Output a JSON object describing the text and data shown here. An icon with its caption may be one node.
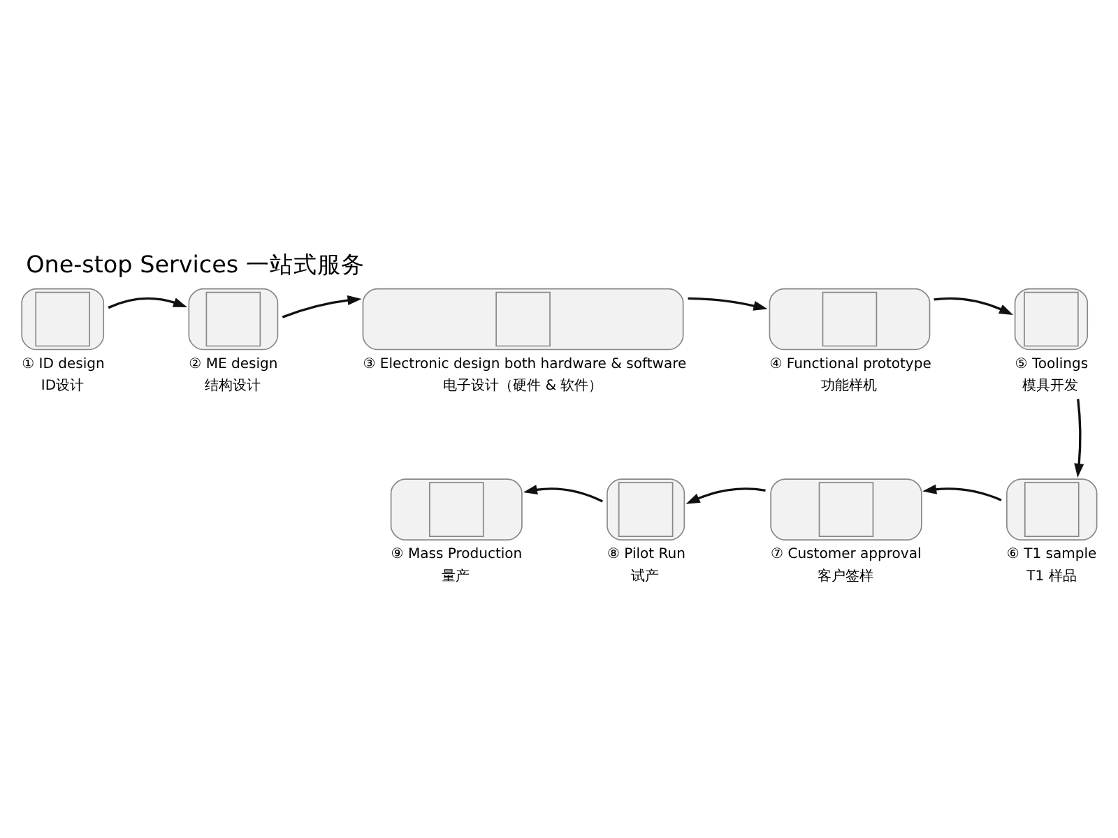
{
  "diagram": {
    "title": "One-stop Services 一站式服务",
    "nodes": [
      {
        "text": [
          "① ID design",
          "ID设计"
        ]
      },
      {
        "text": [
          "② ME design",
          "结构设计"
        ]
      },
      {
        "text": [
          "③ Electronic design both hardware & software",
          "电子设计（硬件 & 软件）"
        ]
      },
      {
        "text": [
          "④ Functional prototype",
          "功能样机"
        ]
      },
      {
        "text": [
          "⑤ Toolings",
          "模具开发"
        ]
      },
      {
        "text": [
          "⑥ T1 sample",
          "T1 样品"
        ]
      },
      {
        "text": [
          "⑦ Customer approval",
          "客户签样"
        ]
      },
      {
        "text": [
          "⑧ Pilot Run",
          "试产"
        ]
      },
      {
        "text": [
          "⑨ Mass Production",
          "量产"
        ]
      }
    ],
    "edges": [
      {
        "from": 0,
        "to": 1,
        "arrow": "to"
      },
      {
        "from": 1,
        "to": 2,
        "arrow": "to"
      },
      {
        "from": 2,
        "to": 3,
        "arrow": "to"
      },
      {
        "from": 3,
        "to": 4,
        "arrow": "to"
      },
      {
        "from": 4,
        "to": 5,
        "arrow": "to"
      },
      {
        "from": 5,
        "to": 6,
        "arrow": "to"
      },
      {
        "from": 6,
        "to": 7,
        "arrow": "to"
      },
      {
        "from": 7,
        "to": 8,
        "arrow": "to"
      }
    ]
  }
}
